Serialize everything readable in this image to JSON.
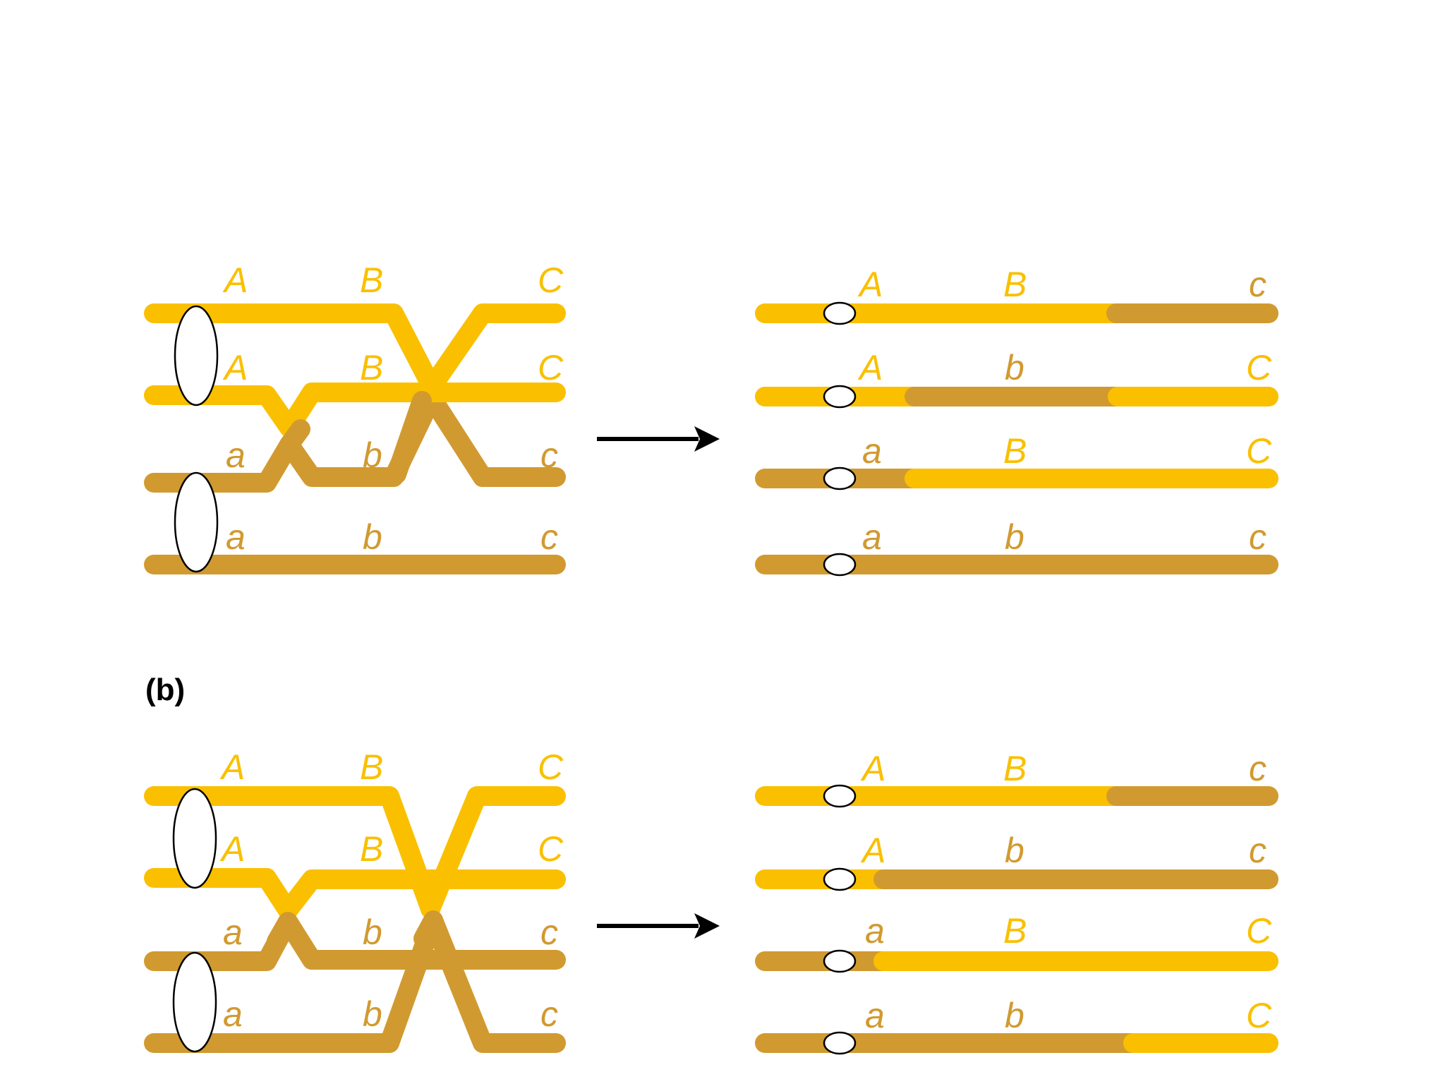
{
  "colors": {
    "dominant": "#fac000",
    "recessive": "#d19a30",
    "centromere_fill": "#ffffff",
    "outline": "#000000",
    "arrow": "#000000"
  },
  "panels": [
    {
      "label": "",
      "left_labels": [
        [
          "A",
          "B",
          "C"
        ],
        [
          "A",
          "B",
          "C"
        ],
        [
          "a",
          "b",
          "c"
        ],
        [
          "a",
          "b",
          "c"
        ]
      ],
      "right_labels": [
        [
          "A",
          "B",
          "c"
        ],
        [
          "A",
          "b",
          "C"
        ],
        [
          "a",
          "B",
          "C"
        ],
        [
          "a",
          "b",
          "c"
        ]
      ]
    },
    {
      "label": "(b)",
      "left_labels": [
        [
          "A",
          "B",
          "C"
        ],
        [
          "A",
          "B",
          "C"
        ],
        [
          "a",
          "b",
          "c"
        ],
        [
          "a",
          "b",
          "c"
        ]
      ],
      "right_labels": [
        [
          "A",
          "B",
          "c"
        ],
        [
          "A",
          "b",
          "c"
        ],
        [
          "a",
          "B",
          "C"
        ],
        [
          "a",
          "b",
          "C"
        ]
      ]
    }
  ]
}
